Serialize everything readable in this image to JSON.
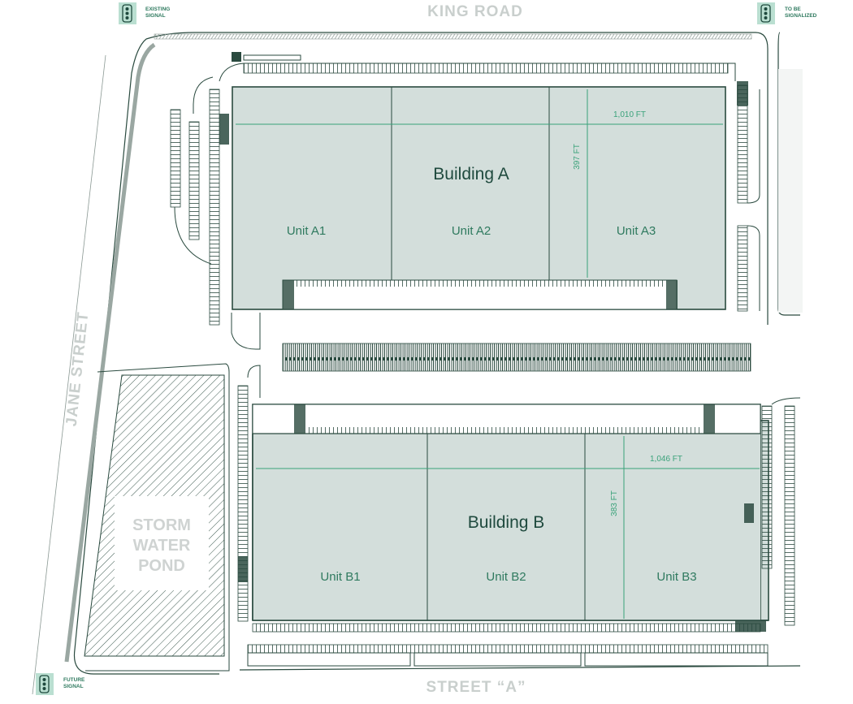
{
  "roads": {
    "north": "KING ROAD",
    "west": "JANE STREET",
    "south": "STREET “A”"
  },
  "signals": {
    "existing": [
      "EXISTING",
      "SIGNAL"
    ],
    "to_be": [
      "TO BE",
      "SIGNALIZED"
    ],
    "future": [
      "FUTURE",
      "SIGNAL"
    ]
  },
  "pond": [
    "STORM",
    "WATER",
    "POND"
  ],
  "building_a": {
    "title": "Building A",
    "units": [
      "Unit A1",
      "Unit A2",
      "Unit A3"
    ],
    "length": "1,010 FT",
    "depth": "397 FT"
  },
  "building_b": {
    "title": "Building B",
    "units": [
      "Unit B1",
      "Unit B2",
      "Unit B3"
    ],
    "length": "1,046 FT",
    "depth": "383 FT"
  },
  "colors": {
    "building_fill": "#d3dedb",
    "outline": "#2a4a3f",
    "accent": "#3aa27a",
    "road_text": "#c9cfcd"
  }
}
